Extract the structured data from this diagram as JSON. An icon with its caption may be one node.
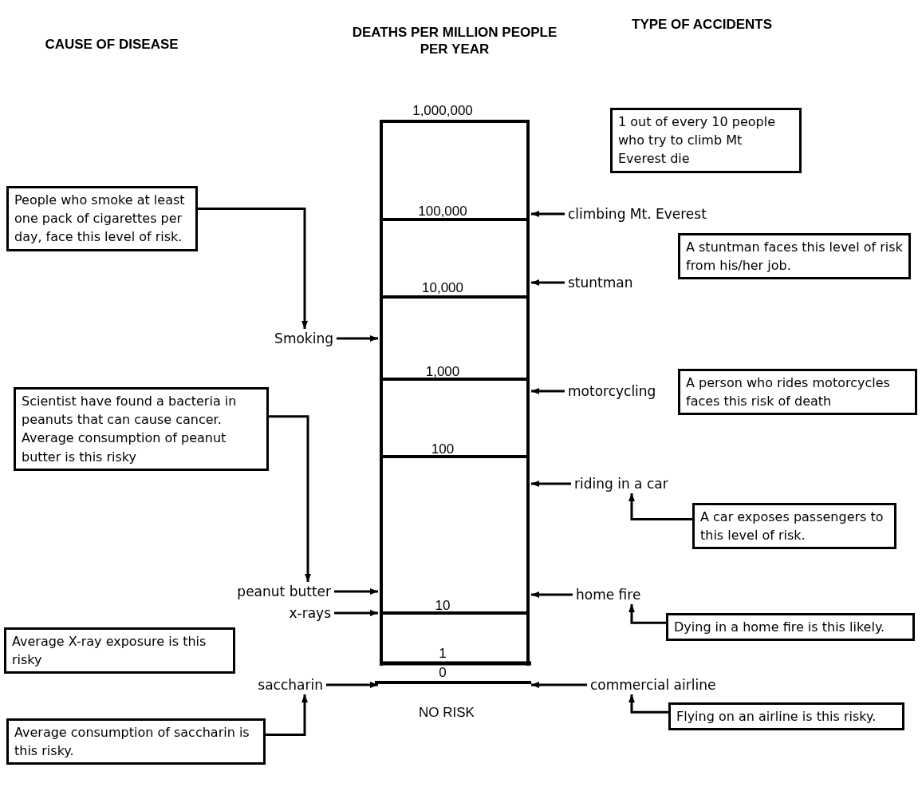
{
  "diagram": {
    "nodes": [
      {
        "text": [],
        "shape": "ladder"
      },
      {
        "text": [
          "People who smoke at least one pack of cigarettes per day, face this level of risk."
        ]
      },
      {
        "text": [
          "Smoking"
        ]
      },
      {
        "text": [
          "Scientist have found a bacteria in peanuts that can cause cancer. Average consumption of peanut butter is this risky"
        ]
      },
      {
        "text": [
          "peanut butter"
        ]
      },
      {
        "text": [
          "x-rays"
        ]
      },
      {
        "text": [
          "Average X-ray exposure is this risky"
        ]
      },
      {
        "text": [
          "saccharin"
        ]
      },
      {
        "text": [
          "Average consumption of saccharin is this risky."
        ]
      },
      {
        "text": [
          "1 out of every 10 people who try to climb Mt Everest die"
        ]
      },
      {
        "text": [
          "climbing Mt. Everest"
        ]
      },
      {
        "text": [
          "A stuntman faces this level of risk from his/her job."
        ]
      },
      {
        "text": [
          "stuntman"
        ]
      },
      {
        "text": [
          "A person who rides motorcycles faces this risk of death"
        ]
      },
      {
        "text": [
          "motorcycling"
        ]
      },
      {
        "text": [
          "riding in a car"
        ]
      },
      {
        "text": [
          "A car exposes passengers to this level of risk."
        ]
      },
      {
        "text": [
          "home fire"
        ]
      },
      {
        "text": [
          "Dying in a home fire is this likely."
        ]
      },
      {
        "text": [
          "commercial airline"
        ]
      },
      {
        "text": [
          "Flying on an airline is this risky."
        ]
      }
    ],
    "edges": [
      {
        "from": 1,
        "to": 2,
        "arrow": "to"
      },
      {
        "from": 2,
        "to": 0,
        "arrow": "to"
      },
      {
        "from": 3,
        "to": 4,
        "arrow": "to"
      },
      {
        "from": 4,
        "to": 0,
        "arrow": "to"
      },
      {
        "from": 5,
        "to": 0,
        "arrow": "to"
      },
      {
        "from": 7,
        "to": 0,
        "arrow": "to"
      },
      {
        "from": 8,
        "to": 7,
        "arrow": "to"
      },
      {
        "from": 10,
        "to": 0,
        "arrow": "to"
      },
      {
        "from": 12,
        "to": 0,
        "arrow": "to"
      },
      {
        "from": 14,
        "to": 0,
        "arrow": "to"
      },
      {
        "from": 15,
        "to": 0,
        "arrow": "to"
      },
      {
        "from": 16,
        "to": 15,
        "arrow": "to"
      },
      {
        "from": 17,
        "to": 0,
        "arrow": "to"
      },
      {
        "from": 18,
        "to": 17,
        "arrow": "to"
      },
      {
        "from": 19,
        "to": 0,
        "arrow": "to"
      },
      {
        "from": 20,
        "to": 19,
        "arrow": "to"
      }
    ],
    "labels": [
      "CAUSE OF DISEASE",
      "DEATHS PER MILLION PEOPLE PER YEAR",
      "TYPE OF ACCIDENTS",
      "1,000,000",
      "100,000",
      "10,000",
      "1,000",
      "100",
      "10",
      "1",
      "0",
      "NO RISK"
    ]
  }
}
